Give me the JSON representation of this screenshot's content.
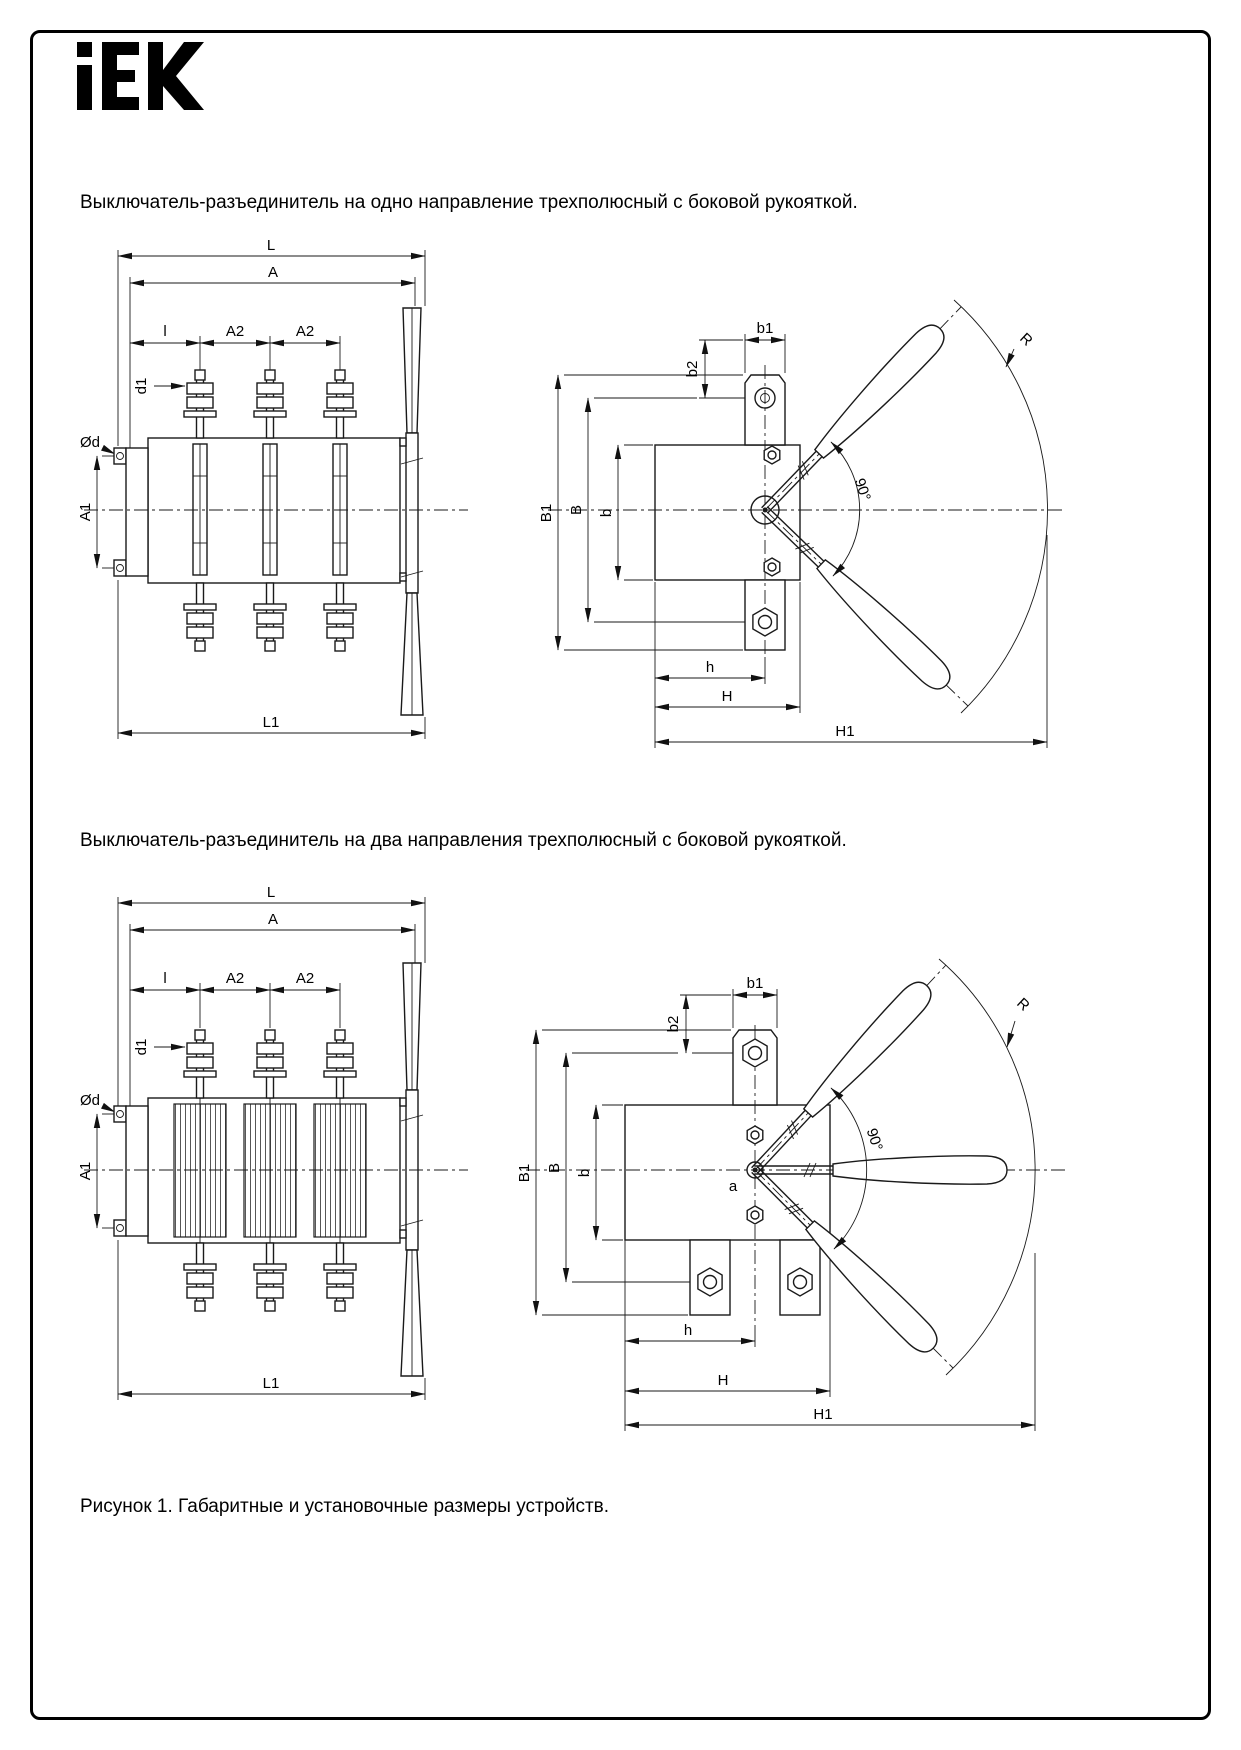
{
  "logo": {
    "text": "IEK"
  },
  "colors": {
    "ink": "#1a1a1a",
    "background": "#ffffff"
  },
  "section1": {
    "title": "Выключатель-разъединитель на одно направление трехполюсный с боковой рукояткой.",
    "front_dims": {
      "L": "L",
      "A": "A",
      "l": "l",
      "A2_1": "A2",
      "A2_2": "A2",
      "d1": "d1",
      "Od": "Ød",
      "A1": "A1",
      "L1": "L1"
    },
    "side_dims": {
      "b1": "b1",
      "b2": "b2",
      "B1": "B1",
      "B": "B",
      "b": "b",
      "angle": "90°",
      "R": "R",
      "h": "h",
      "H": "H",
      "H1": "H1"
    }
  },
  "section2": {
    "title": "Выключатель-разъединитель на два направления трехполюсный с боковой рукояткой.",
    "front_dims": {
      "L": "L",
      "A": "A",
      "l": "l",
      "A2_1": "A2",
      "A2_2": "A2",
      "d1": "d1",
      "Od": "Ød",
      "A1": "A1",
      "L1": "L1"
    },
    "side_dims": {
      "b1": "b1",
      "b2": "b2",
      "B1": "B1",
      "B": "B",
      "b": "b",
      "a": "a",
      "angle": "90°",
      "R": "R",
      "h": "h",
      "H": "H",
      "H1": "H1"
    }
  },
  "caption": "Рисунок 1. Габаритные и установочные размеры устройств."
}
